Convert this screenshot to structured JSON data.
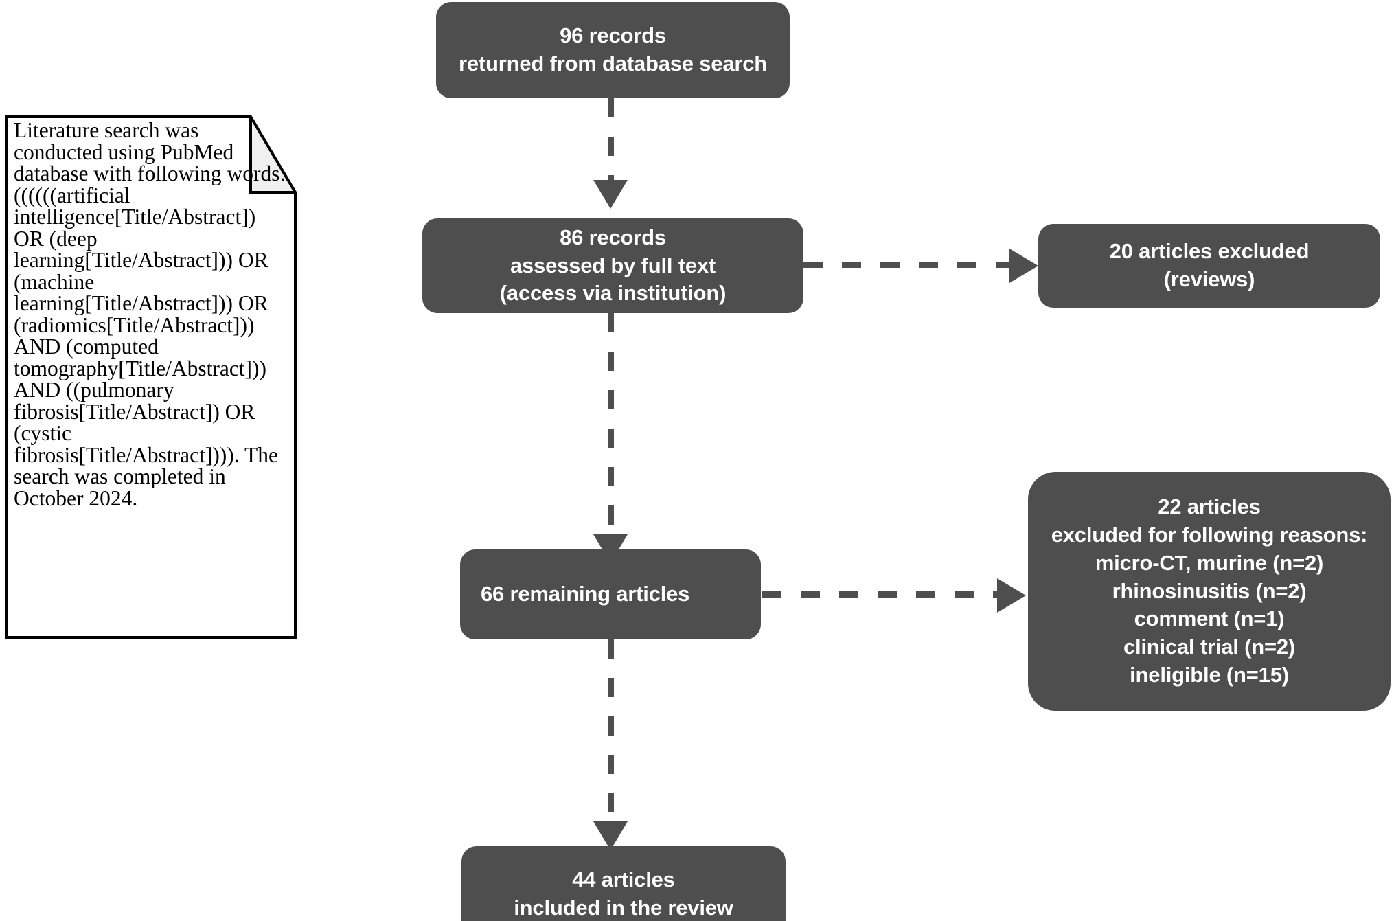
{
  "diagram": {
    "title": "PRISMA literature selection flowchart",
    "accent_color": "#4e4e4e",
    "box_text_color": "#ffffff",
    "note_fill_color": "#ffffff",
    "note_fold_color": "#f0f0f0",
    "note_border_color": "#000000"
  },
  "note": {
    "text": "Literature search was conducted using PubMed database with following words: ((((((artificial intelligence[Title/Abstract]) OR (deep learning[Title/Abstract])) OR (machine learning[Title/Abstract])) OR (radiomics[Title/Abstract])) AND (computed tomography[Title/Abstract])) AND ((pulmonary fibrosis[Title/Abstract]) OR (cystic fibrosis[Title/Abstract]))). The search was completed in October 2024."
  },
  "boxes": {
    "records_returned": {
      "lines": [
        "96 records",
        "returned from database search"
      ],
      "count": 96
    },
    "records_assessed": {
      "lines": [
        "86 records",
        "assessed by full text",
        "(access via institution)"
      ],
      "count": 86
    },
    "excluded_reviews": {
      "lines": [
        "20 articles excluded",
        "(reviews)"
      ],
      "count": 20
    },
    "remaining_articles": {
      "lines": [
        "66 remaining articles"
      ],
      "count": 66
    },
    "excluded_reasons": {
      "lines": [
        "22 articles",
        "excluded for following reasons:",
        "micro-CT, murine (n=2)",
        "rhinosinusitis (n=2)",
        "comment (n=1)",
        "clinical trial (n=2)",
        "ineligible (n=15)"
      ],
      "count": 22,
      "reasons": [
        {
          "label": "micro-CT, murine",
          "n": 2
        },
        {
          "label": "rhinosinusitis",
          "n": 2
        },
        {
          "label": "comment",
          "n": 1
        },
        {
          "label": "clinical trial",
          "n": 2
        },
        {
          "label": "ineligible",
          "n": 15
        }
      ]
    },
    "included_articles": {
      "lines": [
        "44 articles",
        "included in the review"
      ],
      "count": 44
    }
  },
  "connectors": {
    "returned_to_assessed": "dashed-arrow-down",
    "assessed_to_excluded_reviews": "dashed-arrow-right",
    "assessed_to_remaining": "dashed-arrow-down",
    "remaining_to_excluded_reasons": "dashed-arrow-right",
    "remaining_to_included": "dashed-arrow-down"
  }
}
